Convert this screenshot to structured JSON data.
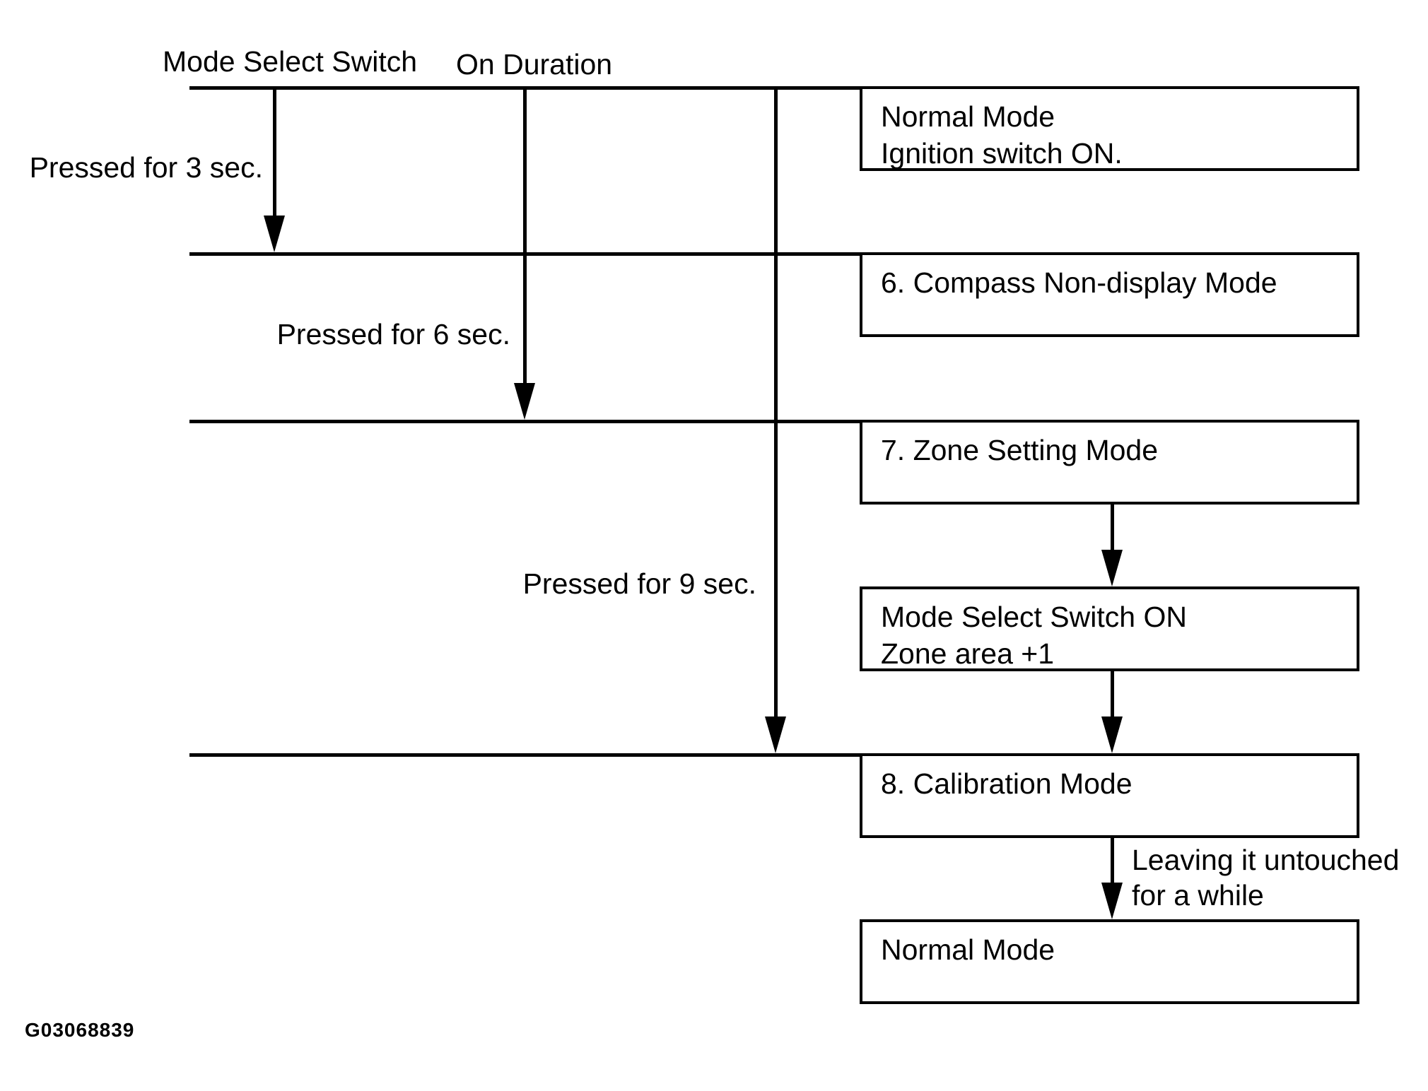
{
  "diagram": {
    "columns": {
      "mode_select_switch": "Mode Select Switch",
      "on_duration": "On Duration"
    },
    "press_labels": {
      "three_sec": "Pressed for 3 sec.",
      "six_sec": "Pressed for 6 sec.",
      "nine_sec": "Pressed for 9 sec."
    },
    "boxes": {
      "normal_mode_start": {
        "line1": "Normal Mode",
        "line2": "Ignition switch ON."
      },
      "compass_non_display": {
        "line1": "6. Compass Non-display Mode"
      },
      "zone_setting": {
        "line1": "7. Zone Setting Mode"
      },
      "mode_select_switch_on": {
        "line1": "Mode Select Switch ON",
        "line2": "Zone area +1"
      },
      "calibration": {
        "line1": "8. Calibration Mode"
      },
      "normal_mode_end": {
        "line1": "Normal Mode"
      }
    },
    "annotations": {
      "leaving_line1": "Leaving it untouched",
      "leaving_line2": "for a while"
    },
    "figure_id": "G03068839",
    "colors": {
      "foreground": "#000000",
      "background": "#ffffff"
    }
  }
}
